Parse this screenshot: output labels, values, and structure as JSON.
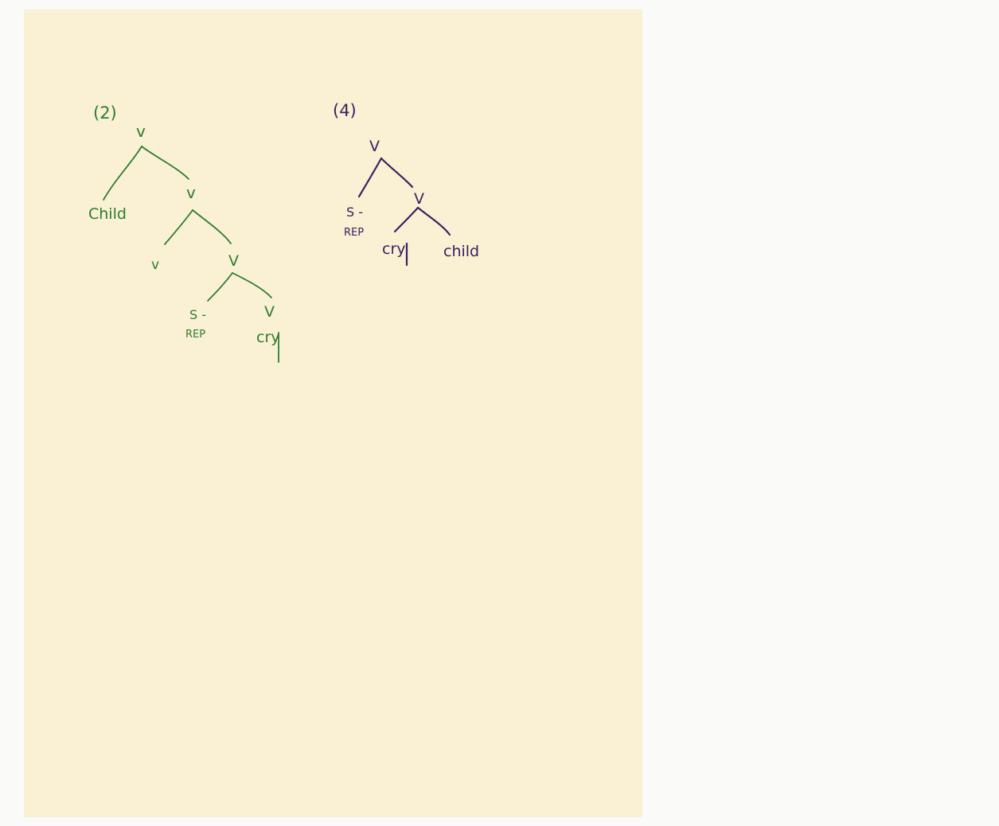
{
  "colors": {
    "background": "#fafaf8",
    "paper": "#faf0d4",
    "tree_2_ink": "#2e7d2e",
    "tree_4_ink": "#3a2160"
  },
  "trees": [
    {
      "label": "(2)",
      "ink": "green",
      "nodes": {
        "root": "v",
        "child": "Child",
        "v_mid": "v",
        "v_small": "v",
        "V_node": "V",
        "s_rep_top": "S -",
        "s_rep_bottom": "REP",
        "V_leaf": "V",
        "cry": "cry"
      }
    },
    {
      "label": "(4)",
      "ink": "purple",
      "nodes": {
        "root": "V",
        "s_rep_top": "S -",
        "s_rep_bottom": "REP",
        "V_node": "V",
        "cry": "cry",
        "child": "child"
      }
    }
  ]
}
